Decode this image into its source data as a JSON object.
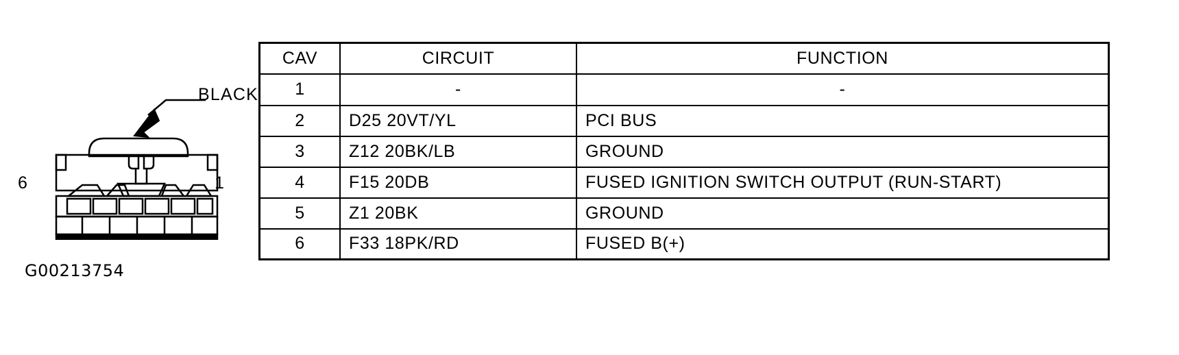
{
  "figure": {
    "callout_label": "BLACK",
    "pin_left": "6",
    "pin_right": "1",
    "reference_number": "G00213754",
    "connector_cavity_count": 6
  },
  "table": {
    "headers": {
      "cav": "CAV",
      "circuit": "CIRCUIT",
      "function": "FUNCTION"
    },
    "rows": [
      {
        "cav": "1",
        "circuit": "-",
        "function": "-"
      },
      {
        "cav": "2",
        "circuit": "D25 20VT/YL",
        "function": "PCI BUS"
      },
      {
        "cav": "3",
        "circuit": "Z12 20BK/LB",
        "function": "GROUND"
      },
      {
        "cav": "4",
        "circuit": "F15 20DB",
        "function": "FUSED IGNITION SWITCH OUTPUT (RUN-START)"
      },
      {
        "cav": "5",
        "circuit": "Z1 20BK",
        "function": "GROUND"
      },
      {
        "cav": "6",
        "circuit": "F33 18PK/RD",
        "function": "FUSED B(+)"
      }
    ]
  },
  "colors": {
    "ink": "#000000",
    "background": "#ffffff"
  }
}
